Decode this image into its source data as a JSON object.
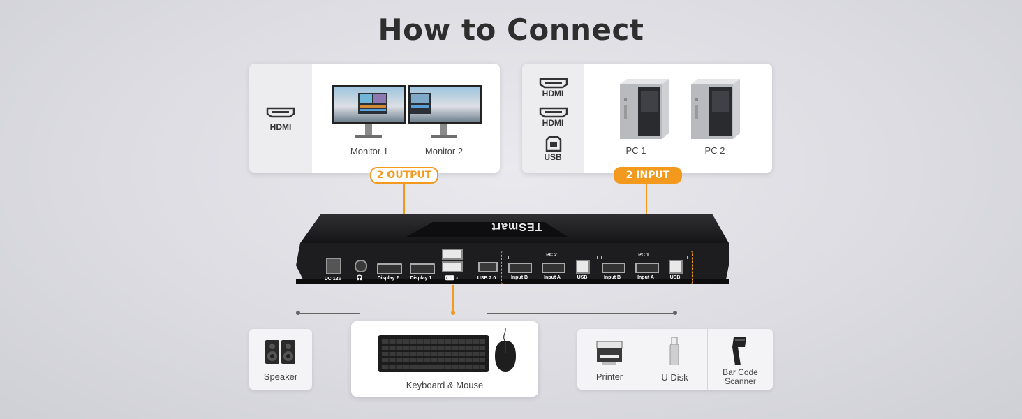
{
  "title": "How to Connect",
  "output_card": {
    "hdmi_label": "HDMI",
    "monitor1": "Monitor 1",
    "monitor2": "Monitor 2",
    "tag": "2 OUTPUT"
  },
  "input_card": {
    "hdmi_label_1": "HDMI",
    "hdmi_label_2": "HDMI",
    "usb_label": "USB",
    "pc1": "PC 1",
    "pc2": "PC 2",
    "tag": "2 INPUT"
  },
  "device": {
    "brand": "TESmart",
    "ports": {
      "dc": "DC 12V",
      "display2": "Display 2",
      "display1": "Display 1",
      "usb20": "USB 2.0",
      "pc2": "PC 2",
      "pc1": "PC 1",
      "input_b_2": "Input B",
      "input_a_2": "Input A",
      "usb_2": "USB",
      "input_b_1": "Input B",
      "input_a_1": "Input A",
      "usb_1": "USB"
    }
  },
  "peripherals": {
    "speaker": "Speaker",
    "keyboard_mouse": "Keyboard & Mouse",
    "printer": "Printer",
    "udisk": "U Disk",
    "barcode_line1": "Bar Code",
    "barcode_line2": "Scanner"
  },
  "colors": {
    "accent": "#f39a1e",
    "device_body": "#1d1d1f"
  }
}
